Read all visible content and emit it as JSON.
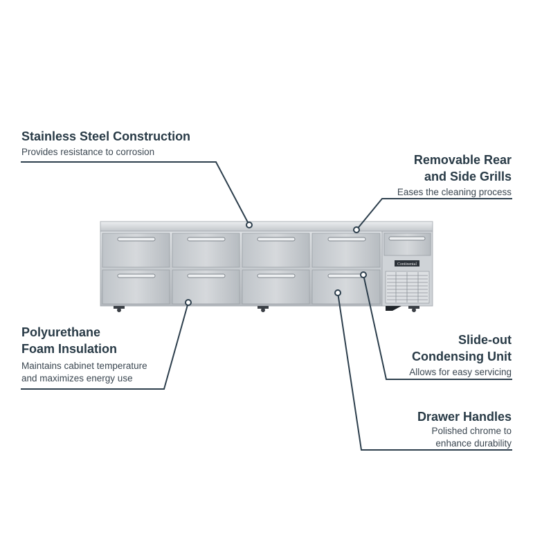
{
  "features": [
    {
      "id": "stainless",
      "title_lines": [
        "Stainless Steel Construction"
      ],
      "desc_lines": [
        "Provides resistance to corrosion"
      ]
    },
    {
      "id": "grills",
      "title_lines": [
        "Removable Rear",
        "and Side Grills"
      ],
      "desc_lines": [
        "Eases the cleaning process"
      ]
    },
    {
      "id": "insulation",
      "title_lines": [
        "Polyurethane",
        "Foam Insulation"
      ],
      "desc_lines": [
        "Maintains cabinet temperature",
        "and maximizes energy use"
      ]
    },
    {
      "id": "condensing",
      "title_lines": [
        "Slide-out",
        "Condensing Unit"
      ],
      "desc_lines": [
        "Allows for easy servicing"
      ]
    },
    {
      "id": "handles",
      "title_lines": [
        "Drawer Handles"
      ],
      "desc_lines": [
        "Polished chrome to",
        "enhance durability"
      ]
    }
  ],
  "brand_plate": "Continental",
  "colors": {
    "line": "#2c3e4c",
    "steel": "#c9ccd0",
    "text": "#283a46"
  }
}
